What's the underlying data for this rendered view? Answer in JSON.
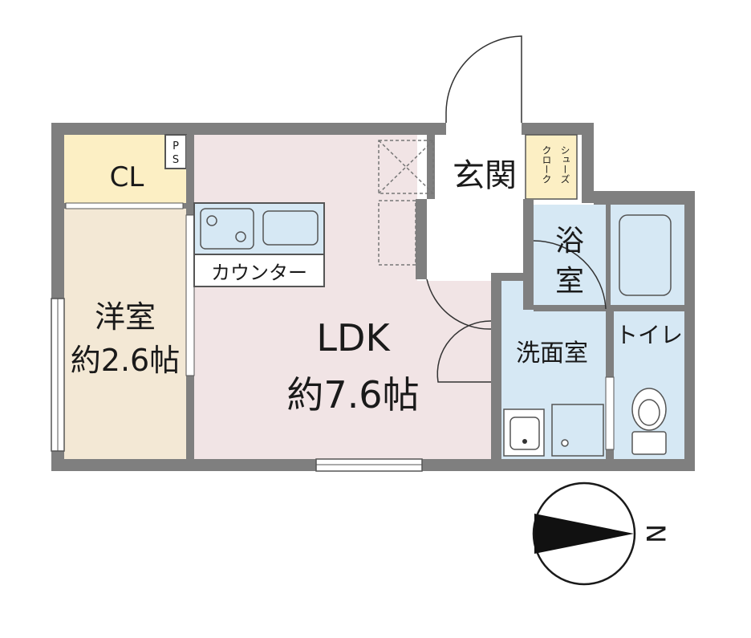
{
  "rooms": {
    "cl": "CL",
    "ps_top": "P",
    "ps_bottom": "S",
    "youshitsu_name": "洋室",
    "youshitsu_size": "約2.6帖",
    "ldk_name": "LDK",
    "ldk_size": "約7.6帖",
    "counter": "カウンター",
    "genkan": "玄関",
    "shoes_col1": "シューズ",
    "shoes_col2": "クローク",
    "yokushitsu_1": "浴",
    "yokushitsu_2": "室",
    "senmenshitsu": "洗面室",
    "toilet": "トイレ"
  },
  "compass": {
    "north_label": "N"
  },
  "colors": {
    "wall": "#7f7f7f",
    "wall_dark": "#5a5a5a",
    "ldk_floor": "#f1e4e5",
    "closet_floor": "#fcefc4",
    "western_floor": "#f3e8d5",
    "wet_area": "#d6e8f4",
    "counter_fill": "#d6e8f4"
  }
}
